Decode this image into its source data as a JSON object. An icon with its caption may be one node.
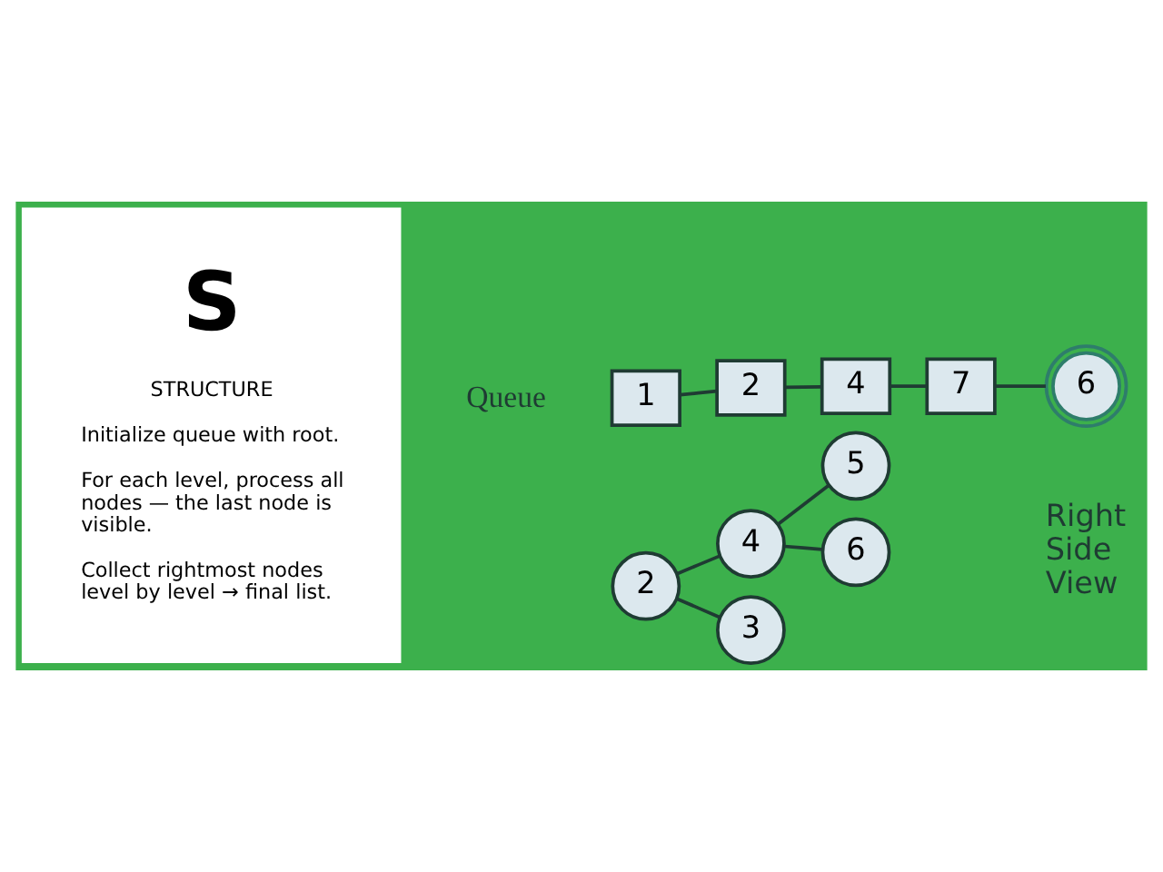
{
  "diagram": {
    "nodes": [
      {
        "text": [
          "S",
          "STRUCTURE",
          "Initialize queue with root.",
          "For each level, process all nodes — the last node is visible.",
          "Collect rightmost nodes level by level → final list."
        ]
      },
      {
        "text": [
          "1"
        ]
      },
      {
        "text": [
          "2"
        ]
      },
      {
        "text": [
          "4"
        ]
      },
      {
        "text": [
          "7"
        ]
      },
      {
        "text": [
          "6"
        ]
      },
      {
        "text": [
          "2"
        ]
      },
      {
        "text": [
          "4"
        ]
      },
      {
        "text": [
          "3"
        ]
      },
      {
        "text": [
          "5"
        ]
      },
      {
        "text": [
          "6"
        ]
      }
    ],
    "edges": [
      {
        "from": 1,
        "to": 2,
        "arrow": "none"
      },
      {
        "from": 2,
        "to": 3,
        "arrow": "none"
      },
      {
        "from": 3,
        "to": 4,
        "arrow": "none"
      },
      {
        "from": 4,
        "to": 5,
        "arrow": "none"
      },
      {
        "from": 6,
        "to": 7,
        "arrow": "none"
      },
      {
        "from": 6,
        "to": 8,
        "arrow": "none"
      },
      {
        "from": 7,
        "to": 9,
        "arrow": "none"
      },
      {
        "from": 7,
        "to": 10,
        "arrow": "none"
      }
    ],
    "labels": [
      "Queue",
      "Right Side View"
    ]
  }
}
